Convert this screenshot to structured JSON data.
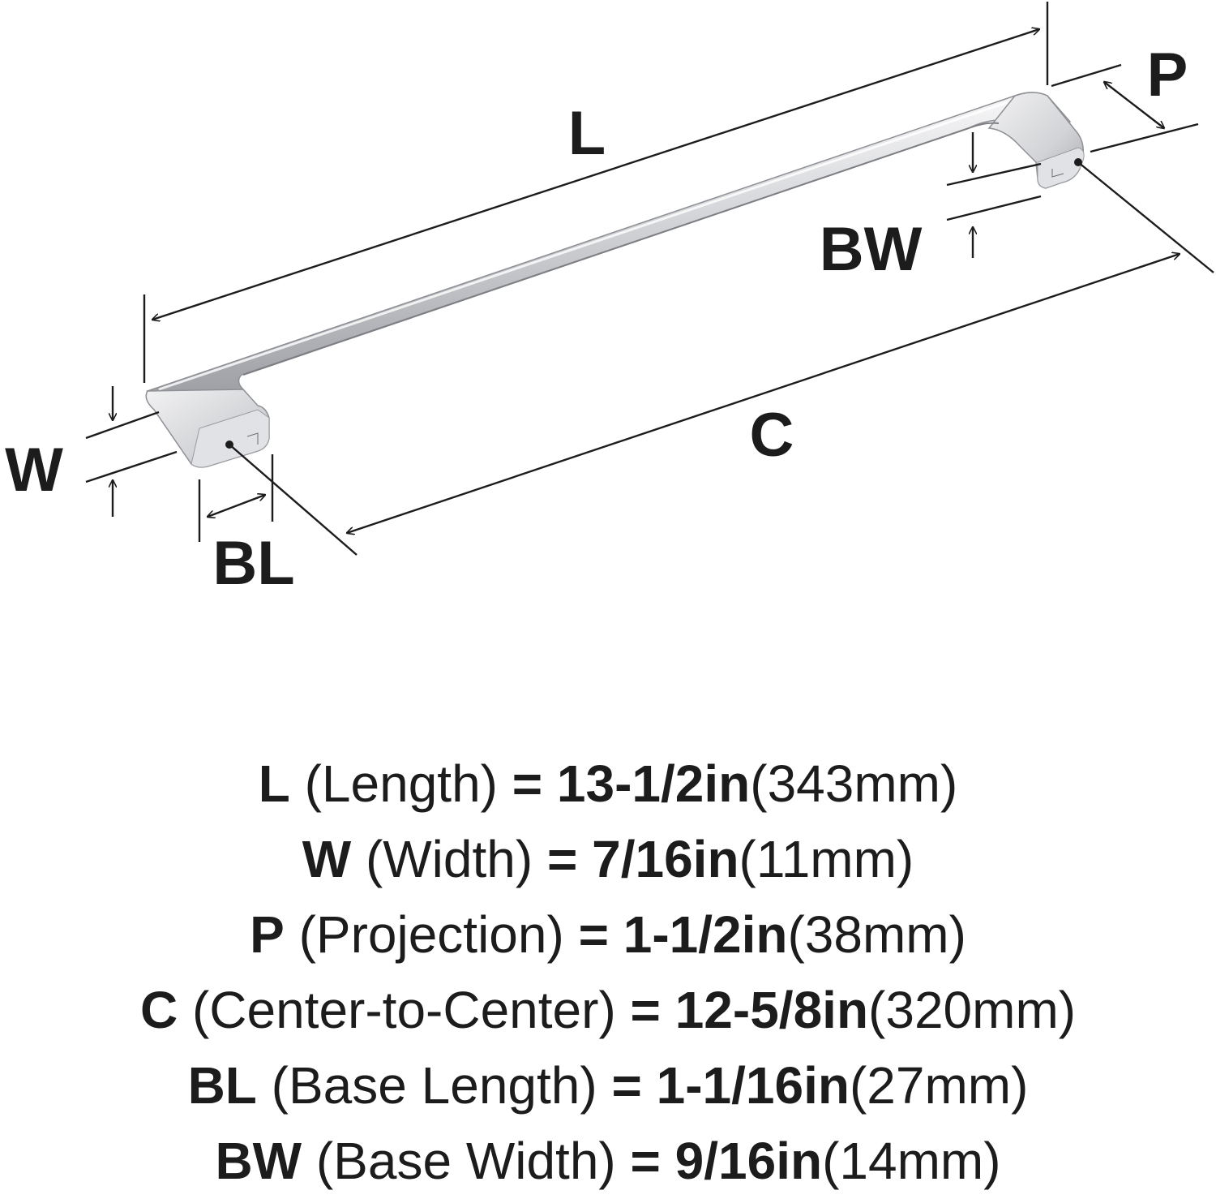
{
  "diagram": {
    "labels": {
      "L": "L",
      "P": "P",
      "BW": "BW",
      "W": "W",
      "C": "C",
      "BL": "BL"
    }
  },
  "specs": [
    {
      "code": "L",
      "name": "(Length)",
      "eq": "=",
      "imperial": "13-1/2in",
      "metric": "(343mm)"
    },
    {
      "code": "W",
      "name": "(Width)",
      "eq": "=",
      "imperial": "7/16in",
      "metric": "(11mm)"
    },
    {
      "code": "P",
      "name": "(Projection)",
      "eq": "=",
      "imperial": "1-1/2in",
      "metric": "(38mm)"
    },
    {
      "code": "C",
      "name": "(Center-to-Center)",
      "eq": "=",
      "imperial": "12-5/8in",
      "metric": "(320mm)"
    },
    {
      "code": "BL",
      "name": "(Base Length)",
      "eq": "=",
      "imperial": "1-1/16in",
      "metric": "(27mm)"
    },
    {
      "code": "BW",
      "name": "(Base Width)",
      "eq": "=",
      "imperial": "9/16in",
      "metric": "(14mm)"
    }
  ],
  "colors": {
    "ink": "#1c1c1c",
    "metal": "#d8d9dc",
    "metal_dark": "#8e9096",
    "metal_light": "#f6f6f7"
  }
}
